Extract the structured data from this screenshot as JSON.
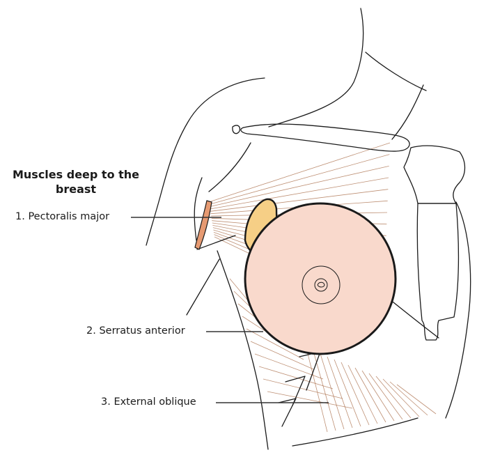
{
  "heading": {
    "line1": "Muscles deep to the",
    "line2": "breast"
  },
  "labels": [
    {
      "text": "1. Pectoralis major",
      "target": "pectoralis-major"
    },
    {
      "text": "2. Serratus anterior",
      "target": "serratus-anterior"
    },
    {
      "text": "3. External oblique",
      "target": "external-oblique"
    }
  ],
  "colors": {
    "outline": "#1a1a1a",
    "breast_fill": "#f9d9cc",
    "axillary_tail_fill": "#f6cf86",
    "cut_edge_fill": "#e69a72",
    "muscle_fiber": "#a86a45",
    "leader_line": "#333333"
  }
}
